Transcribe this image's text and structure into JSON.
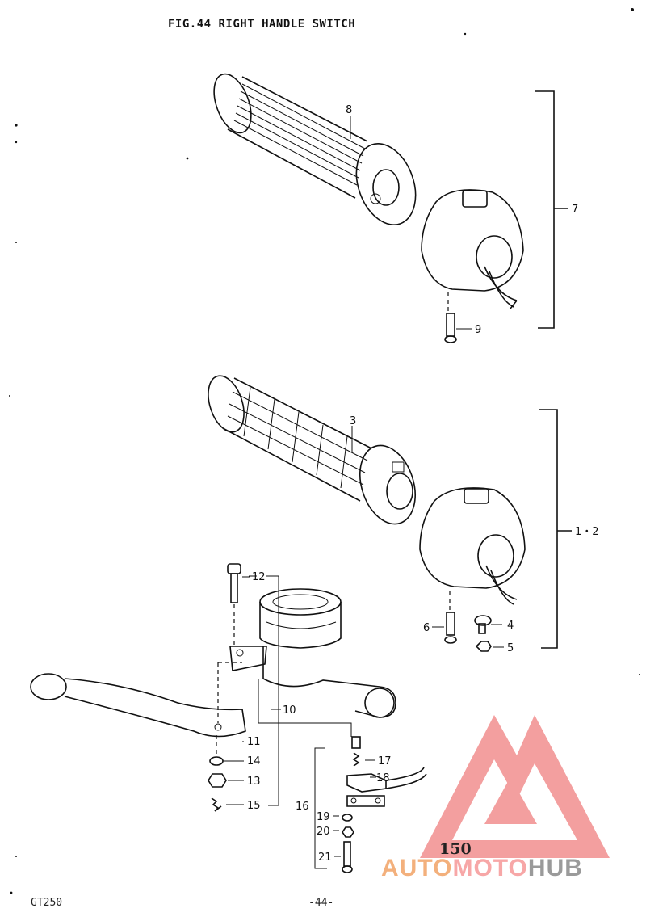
{
  "title": "FIG.44  RIGHT HANDLE SWITCH",
  "footer": {
    "model": "GT250",
    "page": "-44-"
  },
  "stamp": "150",
  "labels": {
    "p1_2": "1・2",
    "p3": "3",
    "p4": "4",
    "p5": "5",
    "p6": "6",
    "p7": "7",
    "p8": "8",
    "p9": "9",
    "p10": "10",
    "p11": "11",
    "p12": "12",
    "p13": "13",
    "p14": "14",
    "p15": "15",
    "p16": "16",
    "p17": "17",
    "p18": "18",
    "p19": "19",
    "p20": "20",
    "p21": "21"
  },
  "watermark": {
    "part1": "AUTO",
    "part2": "MOTO",
    "part3": "HUB",
    "triangle_color": "#f08080"
  }
}
